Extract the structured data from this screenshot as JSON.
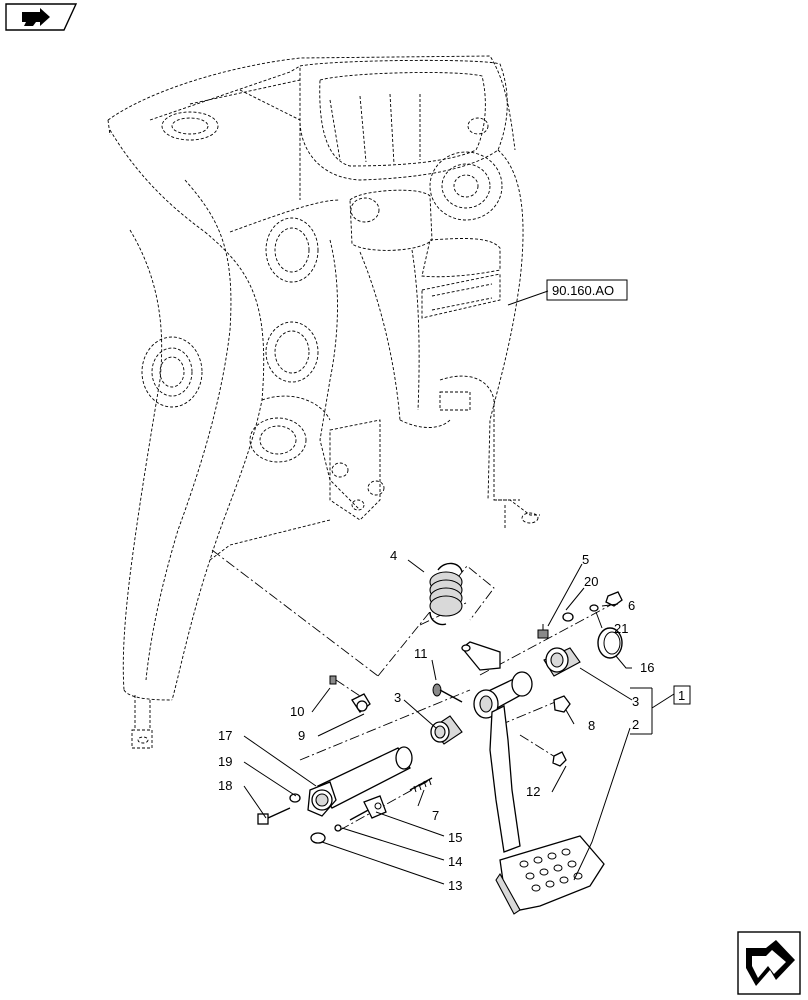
{
  "reference_label": "90.160.AO",
  "group_label": "1",
  "callouts": [
    {
      "id": "c4",
      "text": "4"
    },
    {
      "id": "c5",
      "text": "5"
    },
    {
      "id": "c20",
      "text": "20"
    },
    {
      "id": "c6",
      "text": "6"
    },
    {
      "id": "c21",
      "text": "21"
    },
    {
      "id": "c16",
      "text": "16"
    },
    {
      "id": "c11",
      "text": "11"
    },
    {
      "id": "c3a",
      "text": "3"
    },
    {
      "id": "c3b",
      "text": "3"
    },
    {
      "id": "c2",
      "text": "2"
    },
    {
      "id": "c8",
      "text": "8"
    },
    {
      "id": "c10",
      "text": "10"
    },
    {
      "id": "c9",
      "text": "9"
    },
    {
      "id": "c17",
      "text": "17"
    },
    {
      "id": "c19",
      "text": "19"
    },
    {
      "id": "c18",
      "text": "18"
    },
    {
      "id": "c12",
      "text": "12"
    },
    {
      "id": "c7",
      "text": "7"
    },
    {
      "id": "c15",
      "text": "15"
    },
    {
      "id": "c14",
      "text": "14"
    },
    {
      "id": "c13",
      "text": "13"
    }
  ],
  "icons": {
    "top_left": "book-arrow-icon",
    "bottom_right": "next-page-arrow-icon"
  }
}
